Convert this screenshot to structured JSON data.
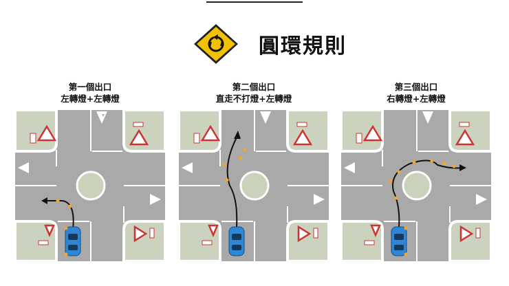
{
  "header": {
    "title": "圓環規則",
    "sign_icon": "roundabout-warning-sign-icon",
    "sign_color": "#F2C200"
  },
  "panels": [
    {
      "line1": "第一個出口",
      "line2": "左轉燈+左轉燈"
    },
    {
      "line1": "第二個出口",
      "line2": "直走不打燈+左轉燈"
    },
    {
      "line1": "第三個出口",
      "line2": "右轉燈+左轉燈"
    }
  ],
  "colors": {
    "road": "#A9A9A9",
    "grass": "#CBD3BF",
    "island": "#C9D2BB",
    "car": "#2E86D6",
    "signal_light": "#F5A623",
    "arrow": "#111111"
  }
}
